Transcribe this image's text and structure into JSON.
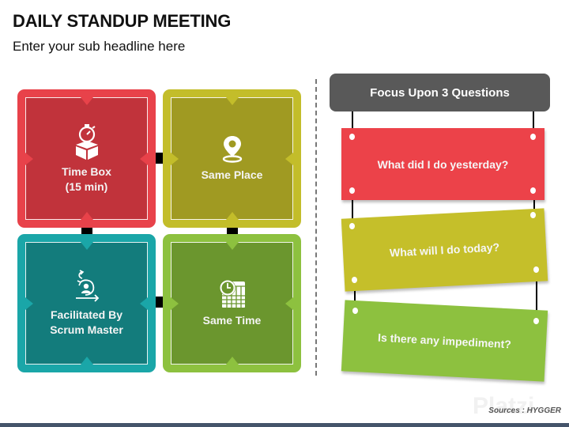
{
  "header": {
    "title": "DAILY STANDUP MEETING",
    "subtitle": "Enter your sub headline here"
  },
  "tiles": [
    {
      "label_line1": "Time Box",
      "label_line2": "(15 min)",
      "icon": "stopwatch-box-icon",
      "outer": "#e8424a",
      "inner": "#c1333b"
    },
    {
      "label_line1": "Same Place",
      "label_line2": "",
      "icon": "map-pin-icon",
      "outer": "#c3bd2a",
      "inner": "#a09a22"
    },
    {
      "label_line1": "Facilitated By",
      "label_line2": "Scrum Master",
      "icon": "scrum-master-cycle-icon",
      "outer": "#1aa6a8",
      "inner": "#137c7c"
    },
    {
      "label_line1": "Same Time",
      "label_line2": "",
      "icon": "clock-calendar-icon",
      "outer": "#8dc13f",
      "inner": "#6b962e"
    }
  ],
  "questions": {
    "header": "Focus Upon 3 Questions",
    "header_color": "#595959",
    "items": [
      {
        "text": "What did I do yesterday?",
        "color": "#ec4249"
      },
      {
        "text": "What will I do today?",
        "color": "#c5bf2a"
      },
      {
        "text": "Is there any impediment?",
        "color": "#8dc13f"
      }
    ]
  },
  "footer": {
    "source": "Sources : HYGGER",
    "watermark": "Platzi",
    "bar_color": "#44546a"
  }
}
